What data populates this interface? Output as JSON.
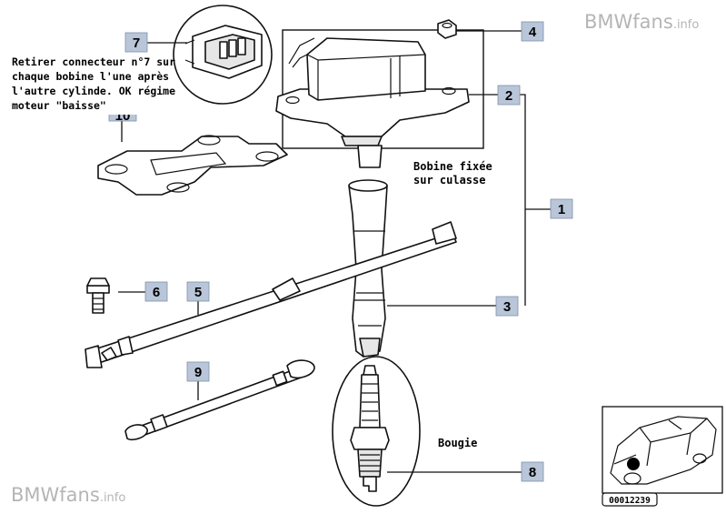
{
  "watermark_top": {
    "brand": "BMWfans",
    "suffix": ".info"
  },
  "watermark_bottom": {
    "brand": "BMWfans",
    "suffix": ".info"
  },
  "note_lines": [
    "Retirer connecteur n°7 sur",
    "chaque bobine l'une après",
    "l'autre cylinde. OK régime",
    "moteur \"baisse\""
  ],
  "labels": {
    "coil_fixed_line1": "Bobine fixée",
    "coil_fixed_line2": "sur culasse",
    "spark_plug": "Bougie"
  },
  "callouts": {
    "c1": "1",
    "c2": "2",
    "c3": "3",
    "c4": "4",
    "c5": "5",
    "c6": "6",
    "c7": "7",
    "c8": "8",
    "c9": "9",
    "c10": "10"
  },
  "diagram_number": "00012239",
  "colors": {
    "callout_bg": "#b9c6d9",
    "watermark": "#b5b5b5"
  }
}
